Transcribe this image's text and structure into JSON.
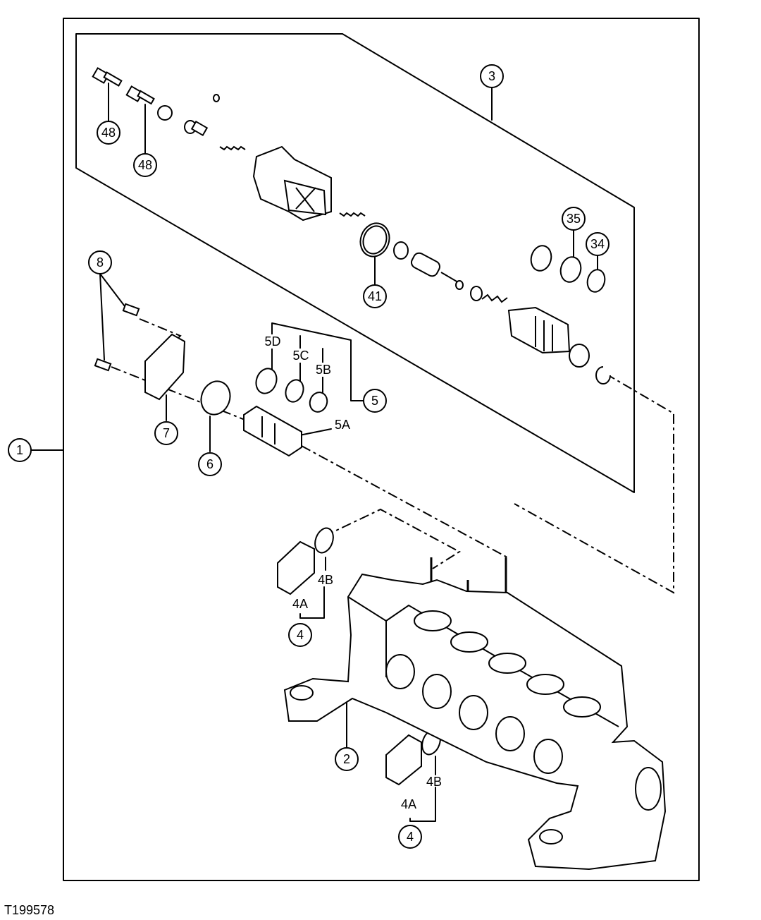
{
  "figure_id": "T199578",
  "callouts": {
    "c1": "1",
    "c2": "2",
    "c3": "3",
    "c4a": "4",
    "c4b": "4",
    "c5": "5",
    "c6": "6",
    "c7": "7",
    "c8": "8",
    "c34": "34",
    "c35": "35",
    "c41": "41",
    "c48a": "48",
    "c48b": "48"
  },
  "labels": {
    "l5a": "5A",
    "l5b": "5B",
    "l5c": "5C",
    "l5d": "5D",
    "l4a_top": "4A",
    "l4b_top": "4B",
    "l4a_bottom": "4A",
    "l4b_bottom": "4B"
  },
  "colors": {
    "ink": "#000000",
    "background": "#ffffff"
  }
}
